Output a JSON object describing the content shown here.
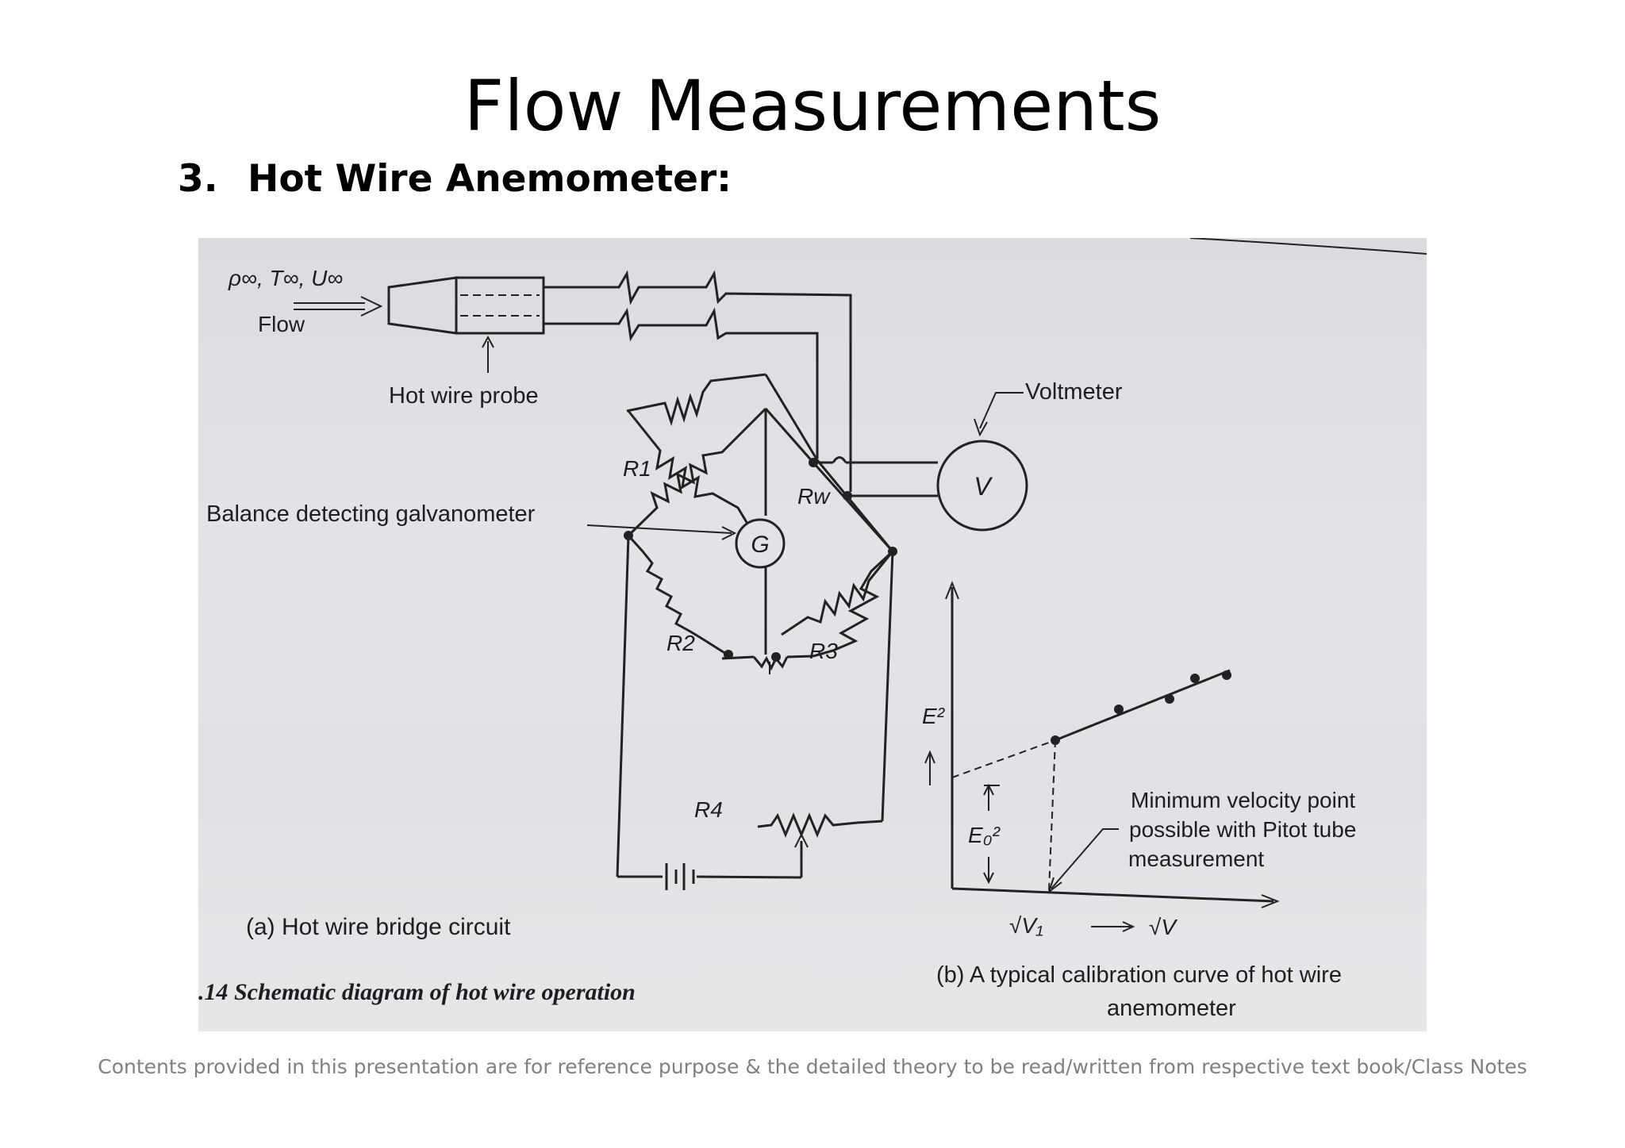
{
  "title": "Flow Measurements",
  "subtitle": {
    "number": "3.",
    "text": "Hot Wire Anemometer:"
  },
  "diagram": {
    "inflow_params": "ρ∞, T∞, U∞",
    "flow_label": "Flow",
    "probe_label": "Hot wire probe",
    "voltmeter_label": "Voltmeter",
    "voltmeter_symbol": "V",
    "galvanometer_label": "Balance detecting galvanometer",
    "galvanometer_symbol": "G",
    "resistors": {
      "r1": "R1",
      "r2": "R2",
      "r3": "R3",
      "r4": "R4",
      "rw": "Rw"
    },
    "caption_a": "(a) Hot wire bridge circuit",
    "figure_caption": ".14   Schematic diagram of hot wire operation",
    "graph": {
      "y_label": "E²",
      "intercept_label": "E₀²",
      "x_v1": "√V₁",
      "x_label": "√V",
      "min_velocity_note": [
        "Minimum velocity point",
        "possible with Pitot tube",
        "measurement"
      ],
      "caption_b": [
        "(b) A typical calibration curve of hot wire",
        "anemometer"
      ]
    }
  },
  "footer": "Contents provided in this presentation are for reference purpose & the detailed theory to be read/written from respective text book/Class Notes"
}
